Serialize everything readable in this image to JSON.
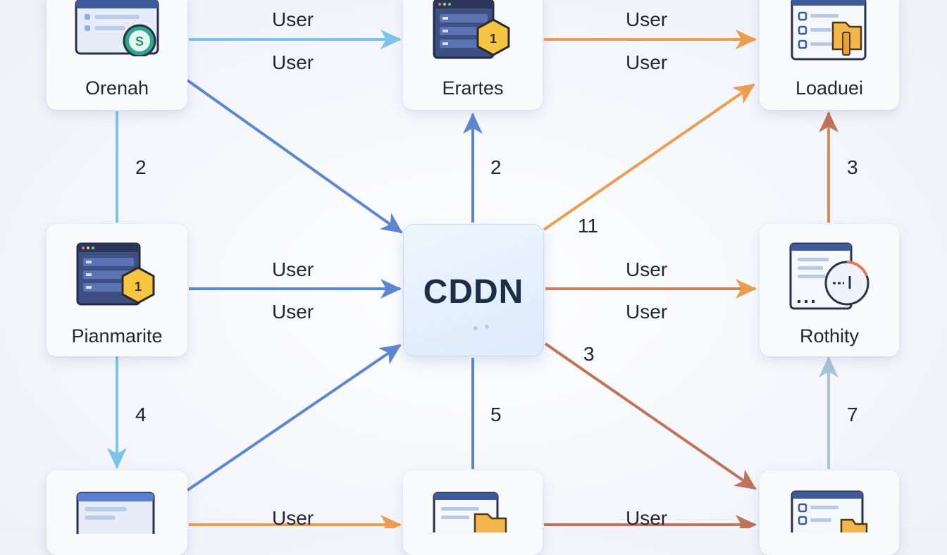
{
  "hub": {
    "label": "CDDN"
  },
  "nodes": {
    "top_left": {
      "label": "Orenah"
    },
    "top_center": {
      "label": "Erartes"
    },
    "top_right": {
      "label": "Loaduei"
    },
    "mid_left": {
      "label": "Pianmarite"
    },
    "mid_right": {
      "label": "Rothity"
    },
    "bottom_left": {
      "label": ""
    },
    "bottom_center": {
      "label": ""
    },
    "bottom_right": {
      "label": ""
    }
  },
  "edges": {
    "top_left_to_top_center": {
      "label_top": "User",
      "label_bottom": "User"
    },
    "top_center_to_top_right": {
      "label_top": "User",
      "label_bottom": "User"
    },
    "mid_left_to_hub": {
      "label_top": "User",
      "label_bottom": "User"
    },
    "hub_to_mid_right": {
      "label_top": "User",
      "label_bottom": "User"
    },
    "bottom_left_to_bottom_center": {
      "label_top": "User"
    },
    "bottom_center_to_bottom_right": {
      "label_top": "User"
    },
    "top_left_to_mid_left": {
      "label": "2"
    },
    "hub_to_top_center": {
      "label": "2"
    },
    "mid_right_to_top_right": {
      "label": "3"
    },
    "mid_left_to_bottom_left": {
      "label": "4"
    },
    "bottom_center_to_hub": {
      "label": "5"
    },
    "bottom_right_to_mid_right": {
      "label": "7"
    },
    "hub_to_top_right": {
      "label": "11"
    },
    "hub_to_bottom_right": {
      "label": "3"
    }
  },
  "colors": {
    "light_blue": "#7cc3ec",
    "blue": "#5d86d2",
    "orange": "#ec9d4f",
    "rust": "#bf7358",
    "pale_blue": "#a8c4d8"
  },
  "icons": {
    "top_left": "browser-window-badge-icon",
    "top_center": "server-rack-hexagon-icon",
    "top_right": "checklist-folder-icon",
    "mid_left": "server-rack-hexagon-icon",
    "mid_right": "document-clock-icon",
    "bottom_left": "browser-window-icon",
    "bottom_center": "document-folder-icon",
    "bottom_right": "checklist-window-icon"
  }
}
